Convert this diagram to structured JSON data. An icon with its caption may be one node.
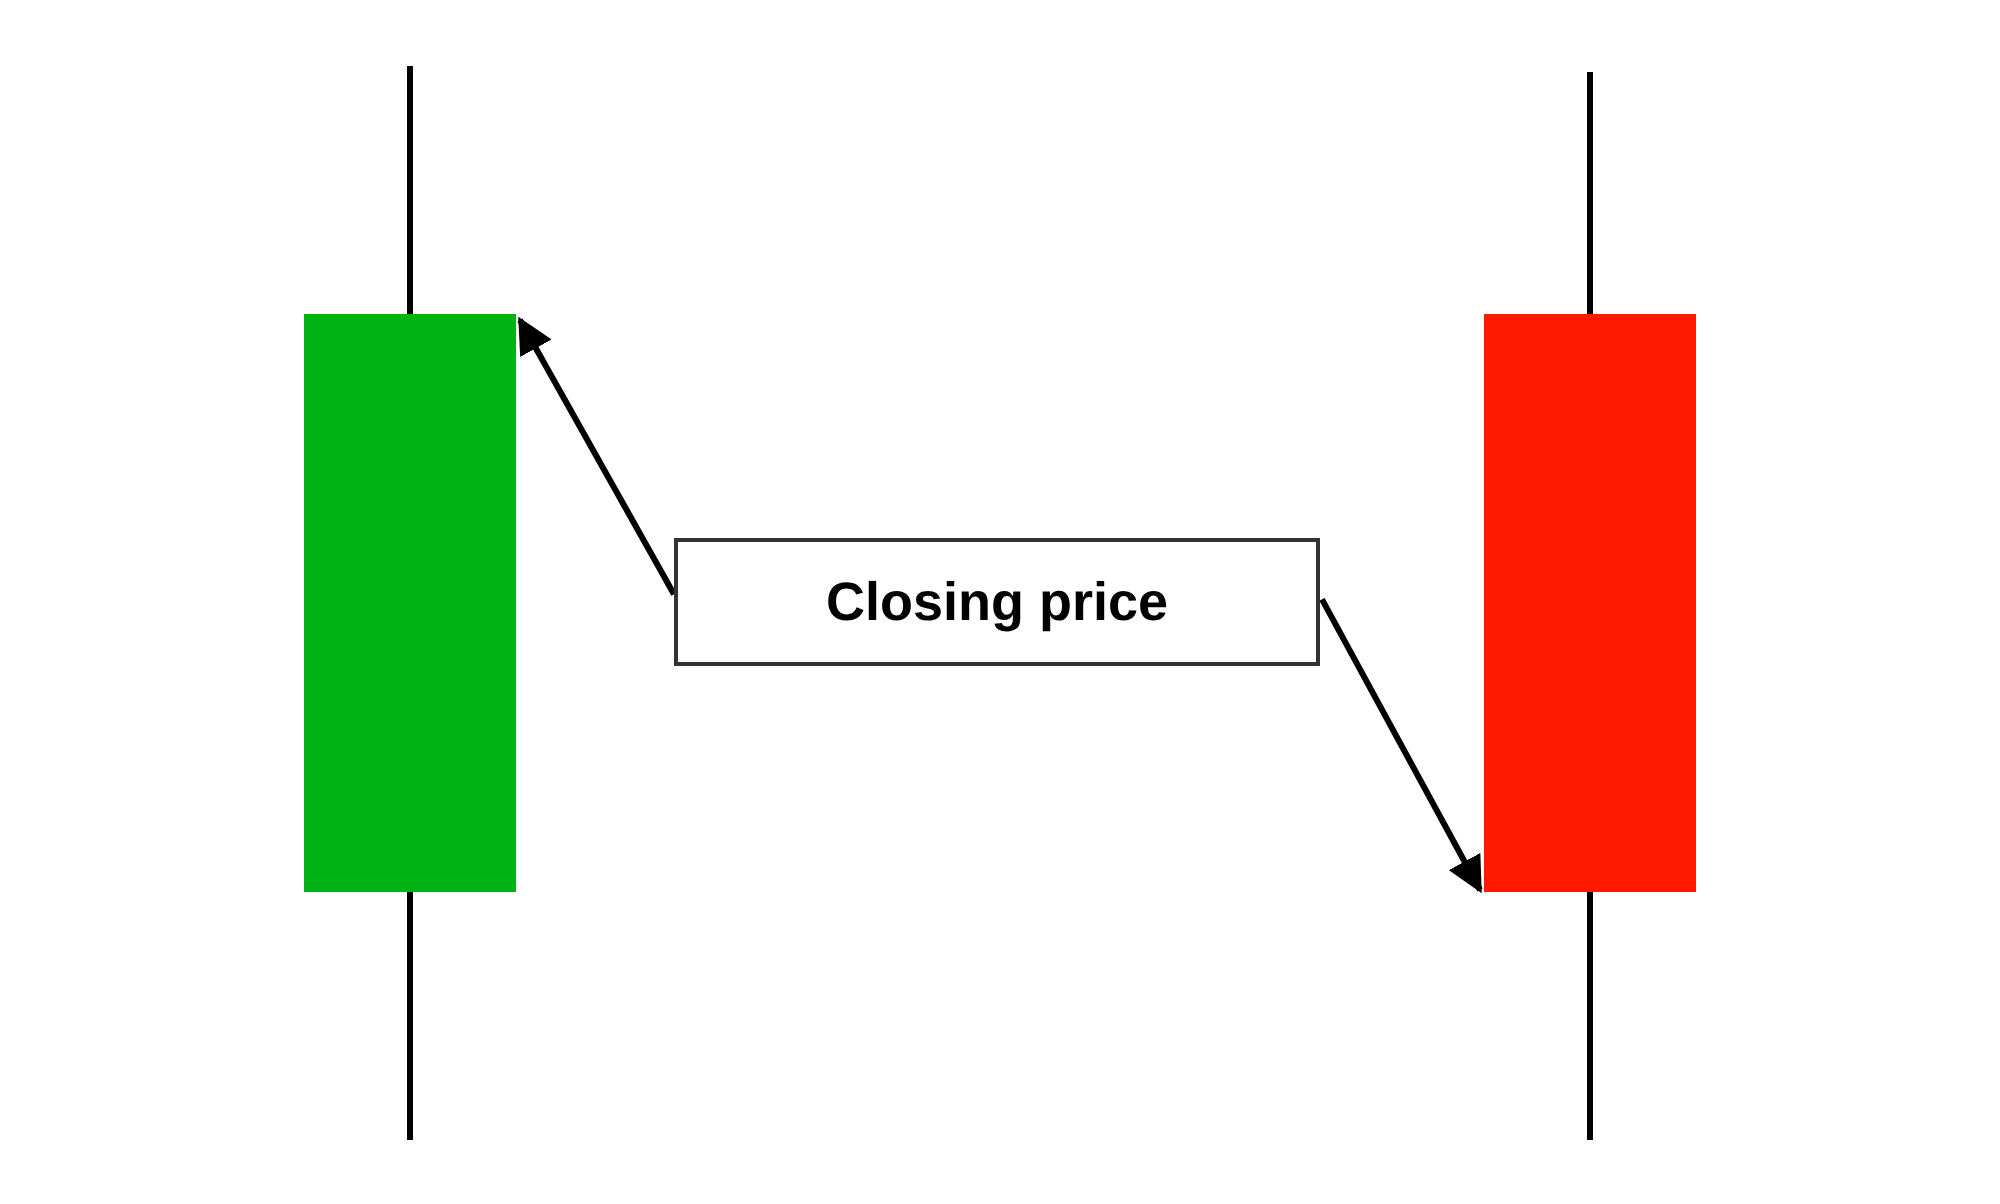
{
  "diagram": {
    "nodes": [
      {
        "text": [],
        "shape": "bar"
      },
      {
        "text": [
          "Closing price"
        ]
      },
      {
        "text": [],
        "shape": "bar"
      }
    ],
    "edges": [
      {
        "from": 1,
        "to": 0,
        "arrow": "to"
      },
      {
        "from": 1,
        "to": 2,
        "arrow": "to"
      }
    ]
  }
}
